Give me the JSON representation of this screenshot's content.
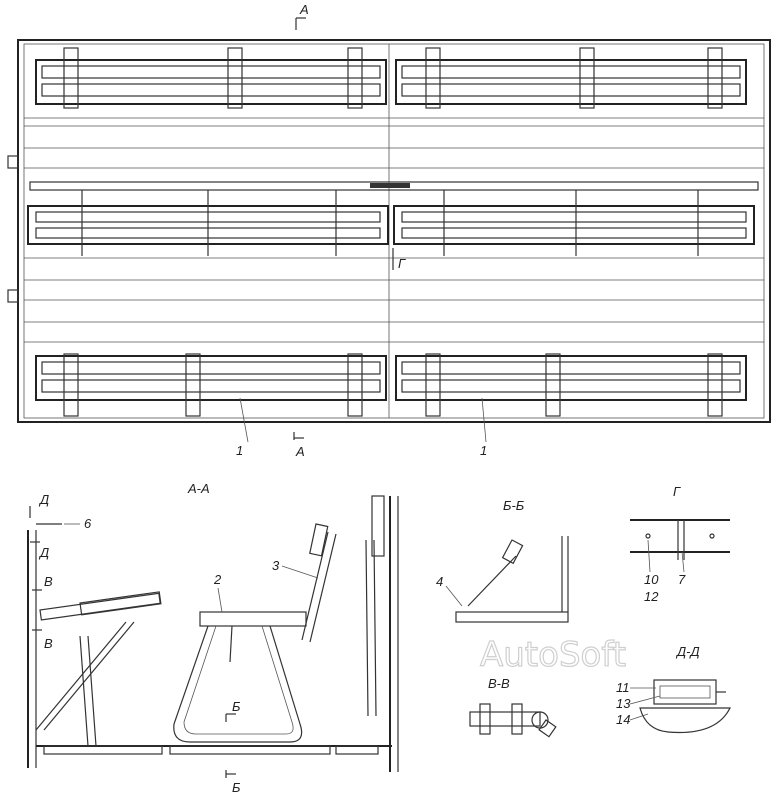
{
  "labels": {
    "section_a_top": "А",
    "section_a_bottom": "А",
    "ref_g": "Г",
    "part1_left": "1",
    "part1_right": "1",
    "title_aa": "А-А",
    "title_bb": "Б-Б",
    "title_g": "Г",
    "title_vv": "В-В",
    "title_dd": "Д-Д",
    "d_upper": "Д",
    "d_lower": "Д",
    "v_upper": "В",
    "v_lower": "В",
    "b_upper": "Б",
    "b_lower": "Б",
    "n2": "2",
    "n3": "3",
    "n4": "4",
    "n6": "6",
    "n7": "7",
    "n10": "10",
    "n11": "11",
    "n12": "12",
    "n13": "13",
    "n14": "14"
  },
  "watermark": "AutoSoft"
}
